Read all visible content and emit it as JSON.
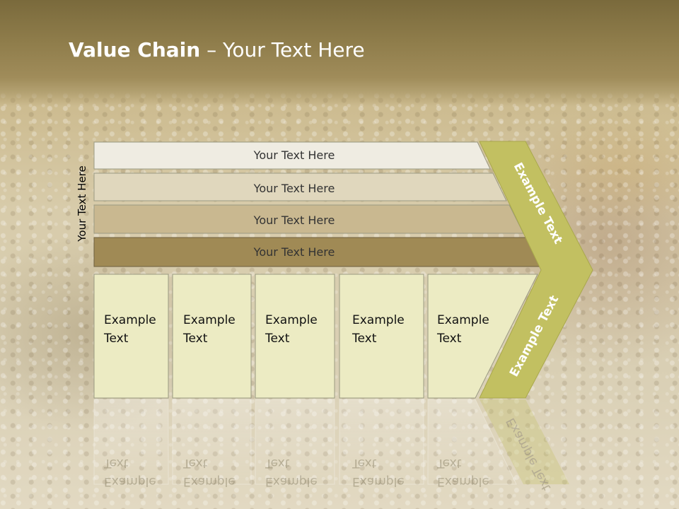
{
  "slide": {
    "title_bold": "Value Chain",
    "title_rest": " – Your Text Here",
    "side_label": "Your Text Here"
  },
  "ribbons": [
    {
      "label": "Your Text Here",
      "color": "#efece2"
    },
    {
      "label": "Your Text Here",
      "color": "#e0d7bd"
    },
    {
      "label": "Your Text Here",
      "color": "#c9b890"
    },
    {
      "label": "Your Text Here",
      "color": "#a08a55"
    }
  ],
  "cells": [
    {
      "line1": "Example",
      "line2": "Text"
    },
    {
      "line1": "Example",
      "line2": "Text"
    },
    {
      "line1": "Example",
      "line2": "Text"
    },
    {
      "line1": "Example",
      "line2": "Text"
    },
    {
      "line1": "Example",
      "line2": "Text"
    }
  ],
  "arrow": {
    "top_label": "Example Text",
    "bottom_label": "Example Text",
    "color": "#c2c061"
  },
  "colors": {
    "cell_fill": "#ecebc3",
    "cell_border": "#9a9a82"
  }
}
